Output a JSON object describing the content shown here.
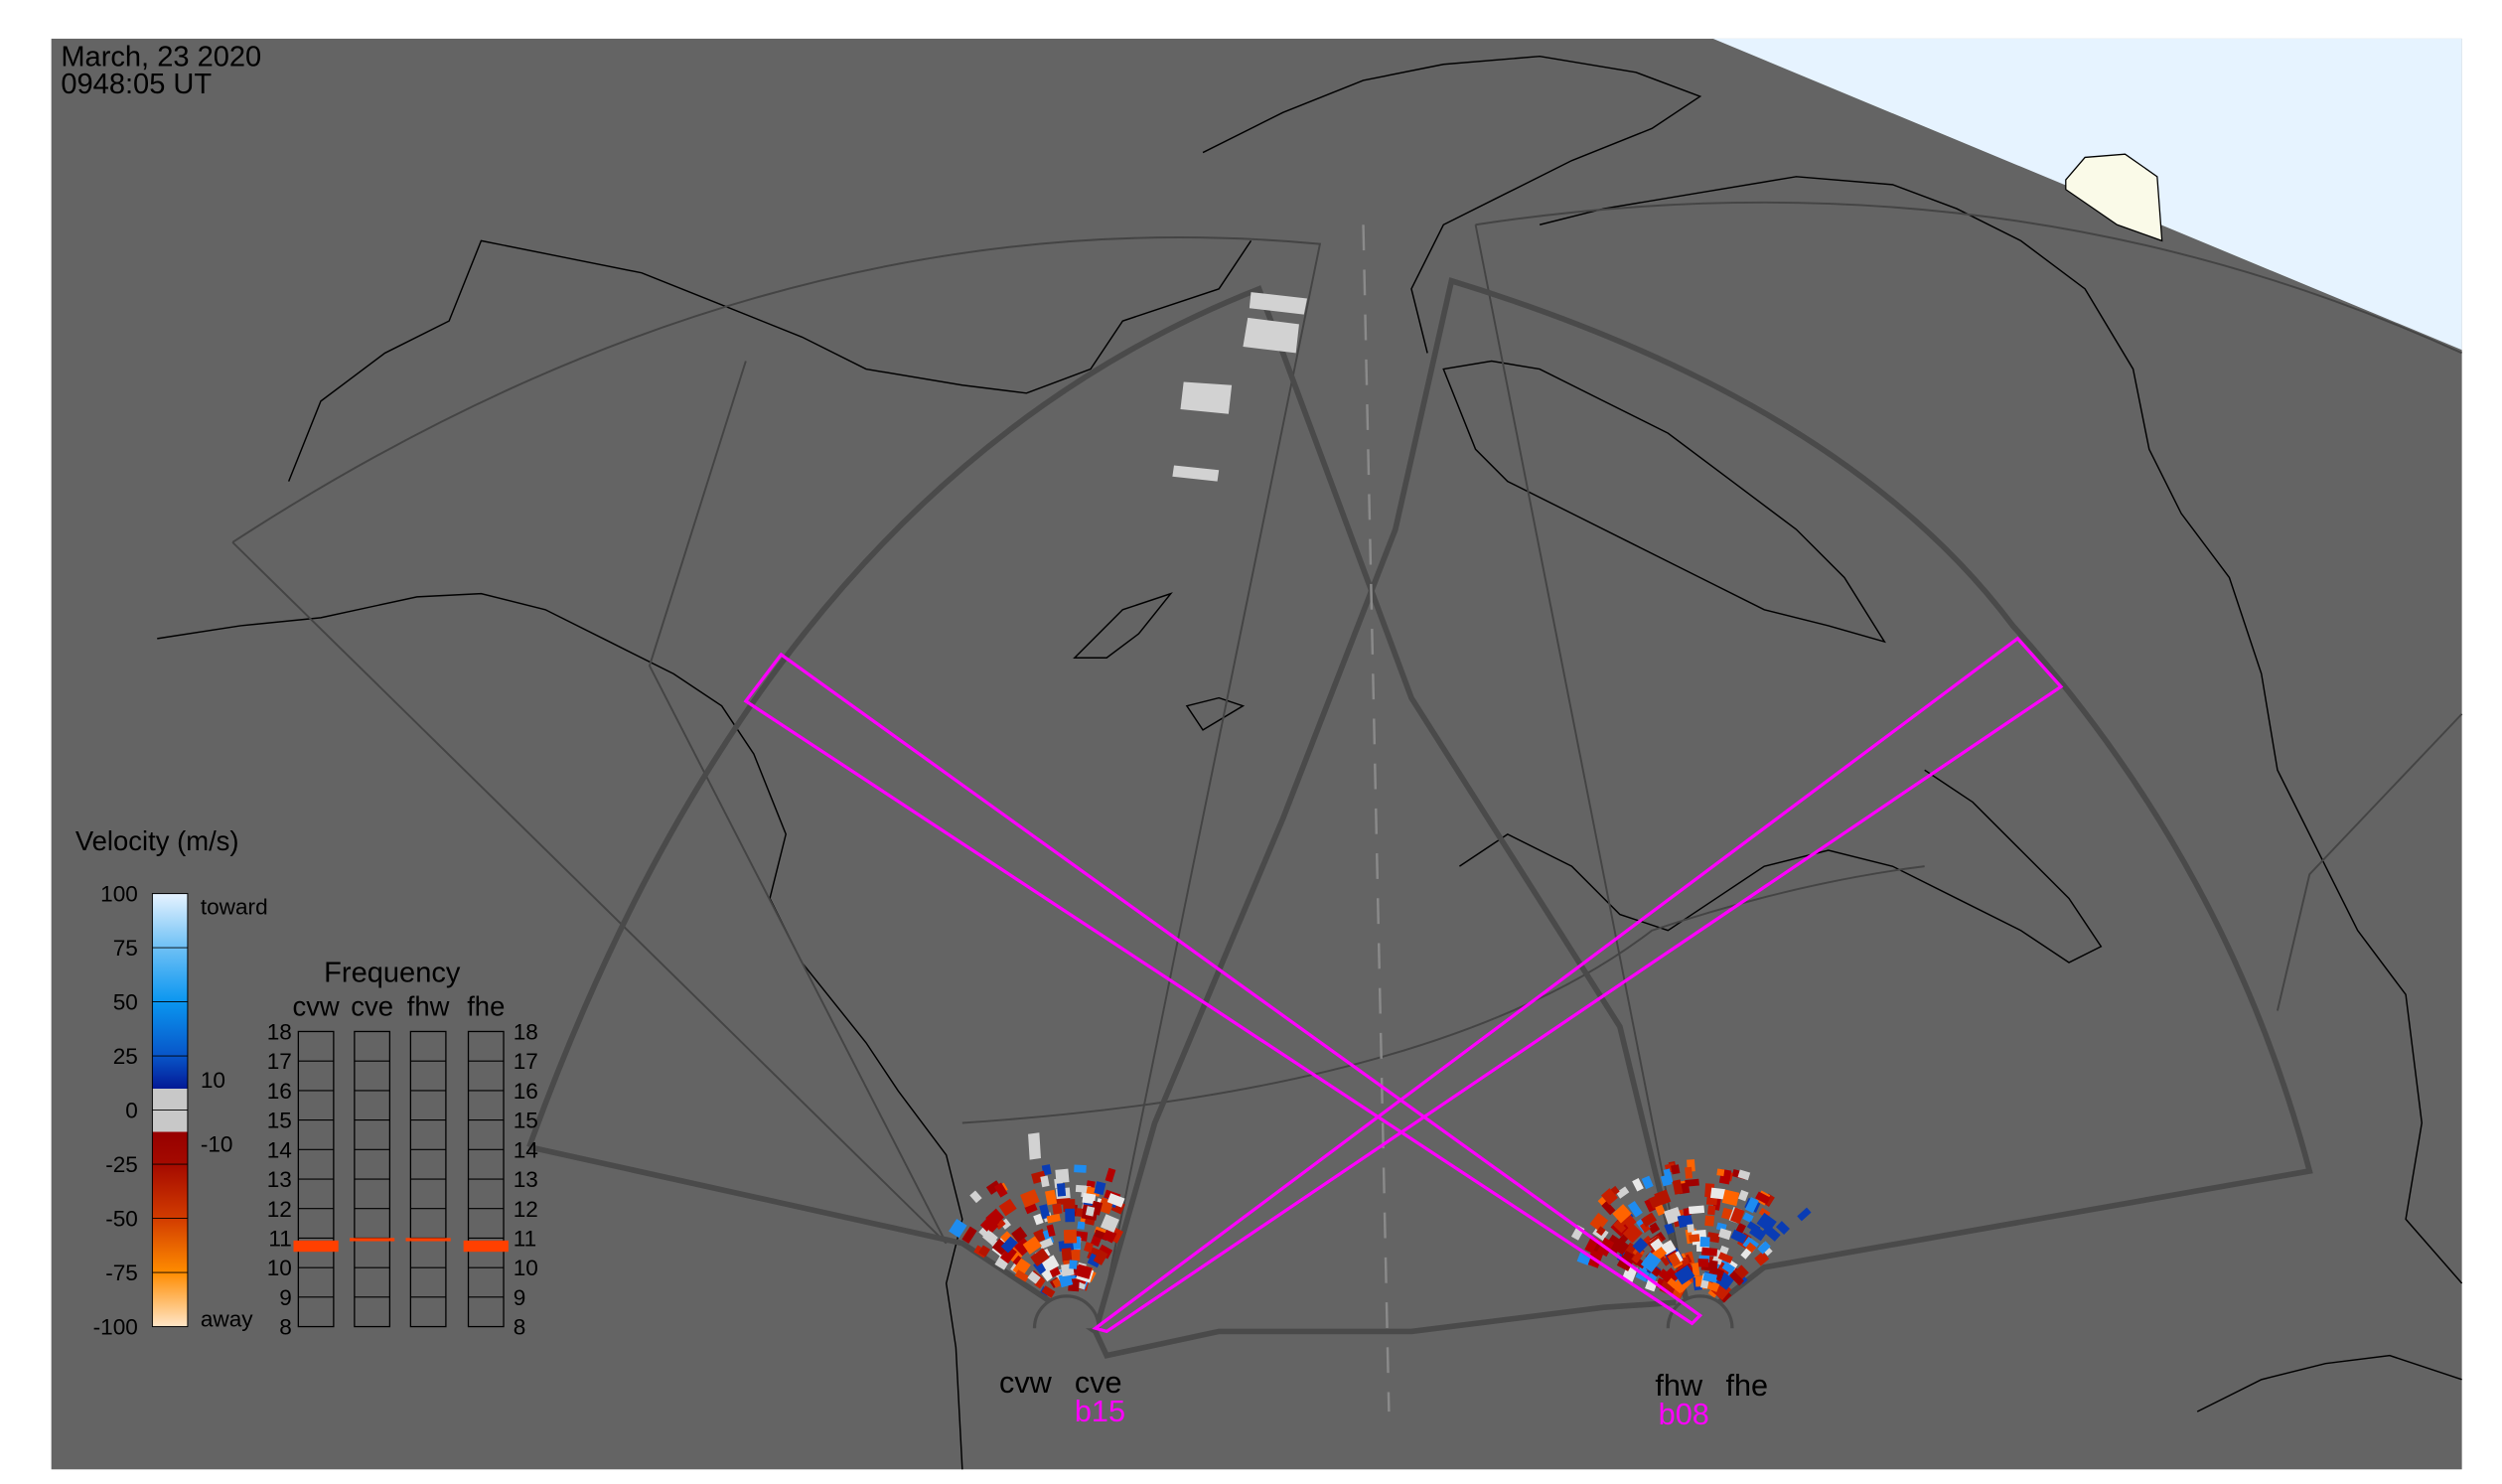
{
  "header": {
    "date": "March, 23 2020",
    "time": "0948:05 UT"
  },
  "velocity_legend": {
    "title": "Velocity (m/s)",
    "ticks": [
      "100",
      "75",
      "50",
      "25",
      "0",
      "-25",
      "-50",
      "-75",
      "-100"
    ],
    "toward_label": "toward",
    "away_label": "away",
    "pos_threshold": "10",
    "neg_threshold": "-10"
  },
  "frequency_legend": {
    "title": "Frequency",
    "columns": [
      "cvw",
      "cve",
      "fhw",
      "fhe"
    ],
    "ticks": [
      "18",
      "17",
      "16",
      "15",
      "14",
      "13",
      "12",
      "11",
      "10",
      "9",
      "8"
    ],
    "selected_mhz": [
      10.7,
      10.95,
      10.95,
      10.7
    ]
  },
  "radars": [
    {
      "west": "cvw",
      "east": "cve",
      "beam": "b15"
    },
    {
      "west": "fhw",
      "east": "fhe",
      "beam": "b08"
    }
  ],
  "colors": {
    "background": "#646464",
    "beam": "#ff00ff",
    "fov": "#4a4a4a",
    "sky": "#e6f3ff",
    "freq_mark": "#ff4000"
  }
}
